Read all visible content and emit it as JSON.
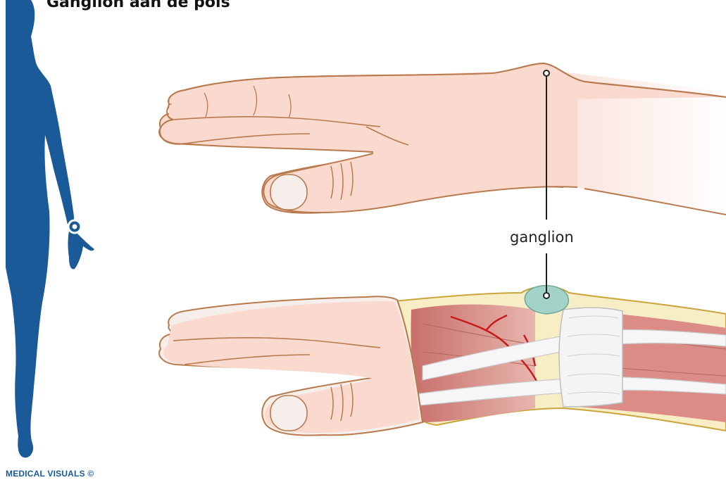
{
  "title": "Ganglion aan de pols",
  "label_ganglion": "ganglion",
  "credit": "MEDICAL VISUALS ©",
  "colors": {
    "silhouette": "#1a5a99",
    "skin": "#fad9cf",
    "skin_outline": "#b87a4d",
    "muscle": "#c2706a",
    "tendon": "#eeeeee",
    "artery": "#c81818",
    "ganglion": "#a3d3c7"
  }
}
